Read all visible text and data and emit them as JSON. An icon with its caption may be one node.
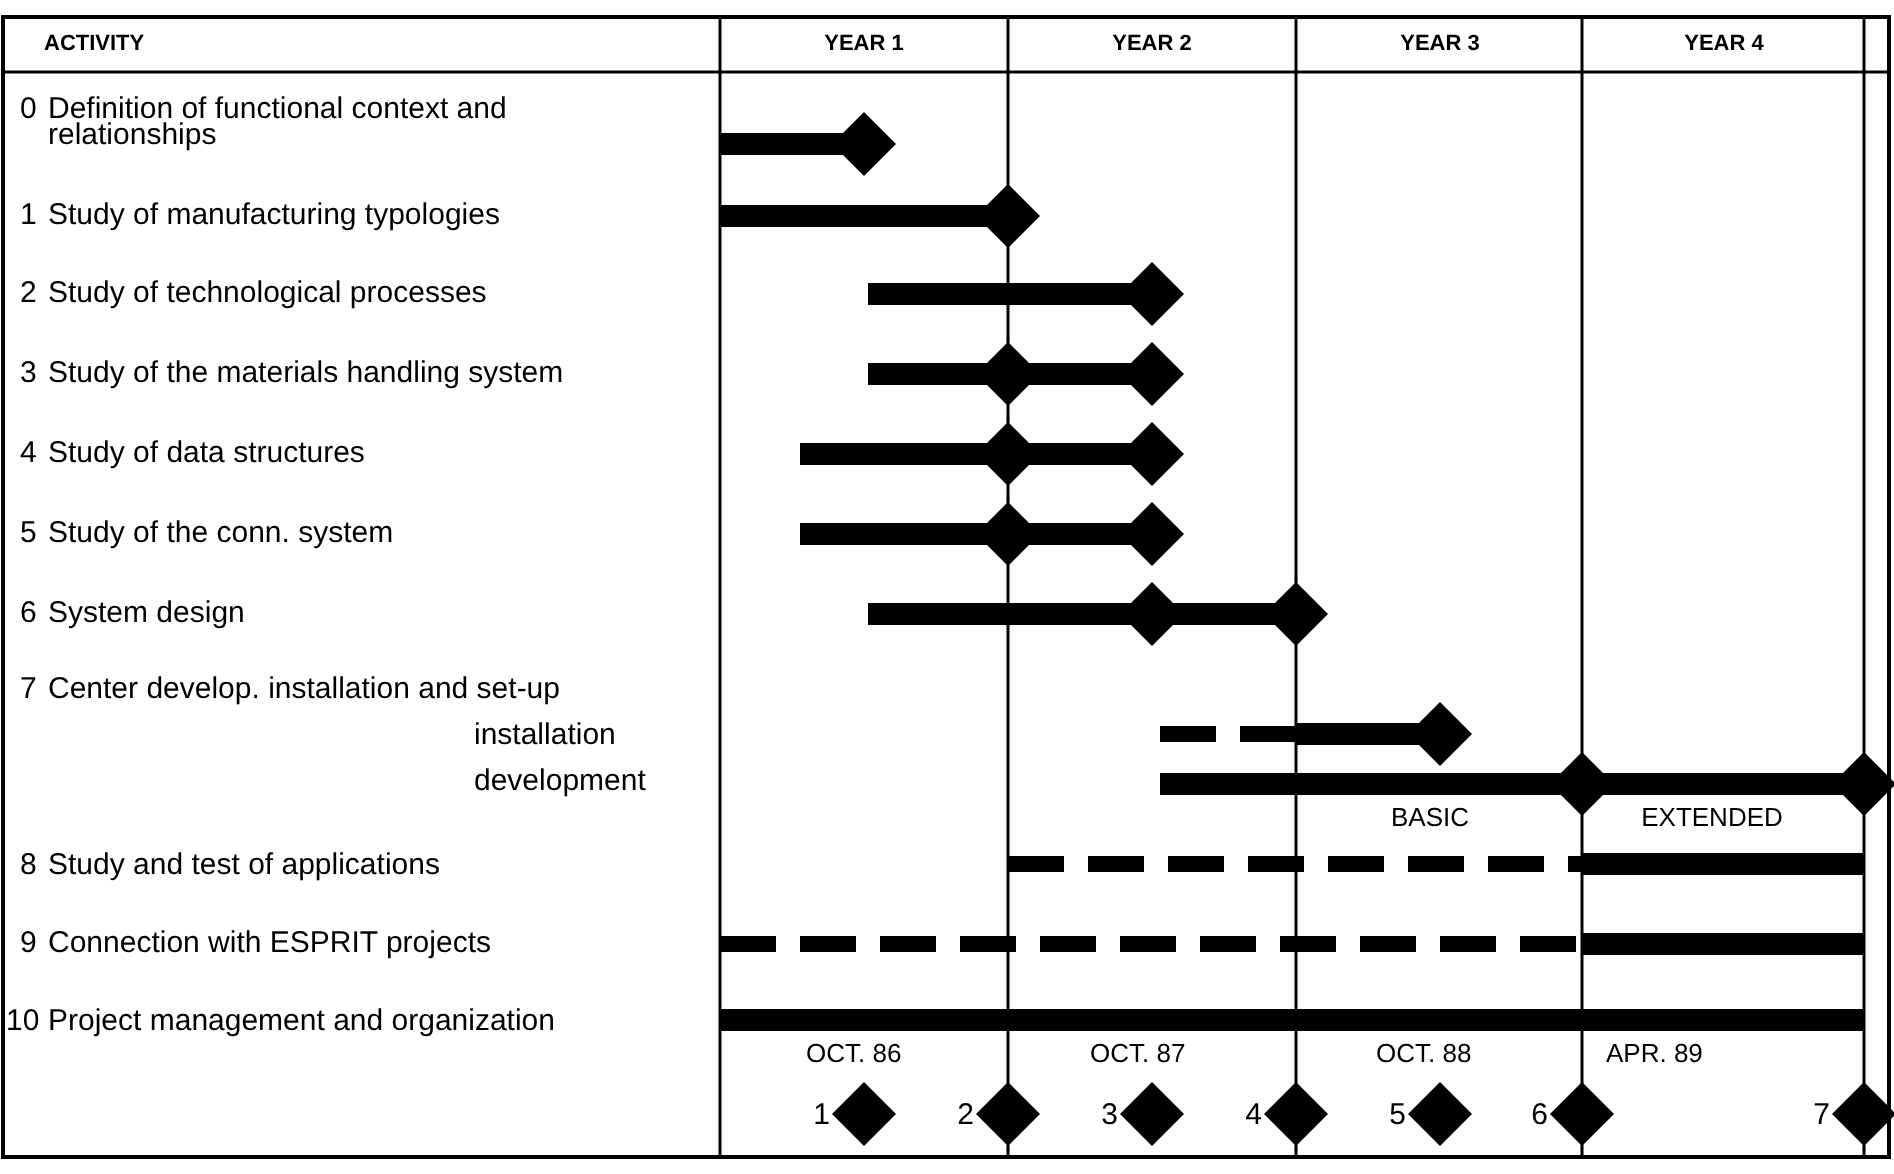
{
  "diagram": {
    "labels": [
      "ACTIVITY",
      "YEAR 1",
      "YEAR 2",
      "YEAR 3",
      "YEAR 4",
      "0",
      "Definition of functional context and relationships",
      "1",
      "Study of manufacturing typologies",
      "2",
      "Study of technological processes",
      "3",
      "Study of the materials handling system",
      "4",
      "Study of data structures",
      "5",
      "Study of the conn. system",
      "6",
      "System design",
      "7",
      "Center develop. installation and set-up",
      "installation",
      "development",
      "BASIC",
      "EXTENDED",
      "8",
      "Study and test of applications",
      "9",
      "Connection with ESPRIT projects",
      "10",
      "Project management and organization",
      "OCT. 86",
      "OCT. 87",
      "OCT. 88",
      "APR. 89",
      "1",
      "2",
      "3",
      "4",
      "5",
      "6",
      "7"
    ]
  }
}
